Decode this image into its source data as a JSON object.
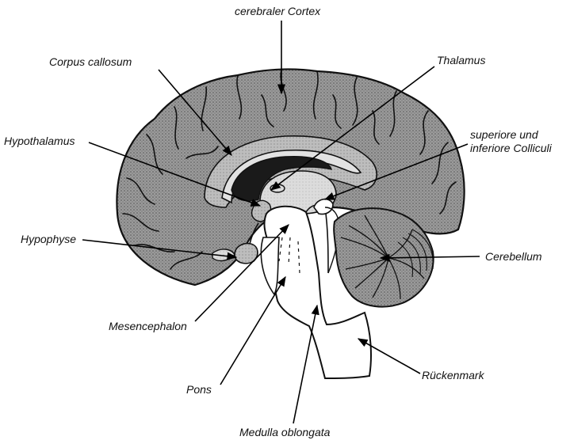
{
  "colors": {
    "background": "#ffffff",
    "outline": "#111111",
    "brain_fill": "#8f8f8f",
    "inner_fill": "#b5b5b5",
    "light_fill": "#d2d2d2",
    "ventricle": "#1a1a1a",
    "cerebellum": "#9a9a9a",
    "leader": "#000000"
  },
  "labels": {
    "cortex": "cerebraler Cortex",
    "corpus_callosum": "Corpus callosum",
    "thalamus": "Thalamus",
    "hypothalamus": "Hypothalamus",
    "colliculi_1": "superiore und",
    "colliculi_2": "inferiore Colliculi",
    "hypophyse": "Hypophyse",
    "cerebellum": "Cerebellum",
    "mesencephalon": "Mesencephalon",
    "rueckenmark": "Rückenmark",
    "pons": "Pons",
    "medulla": "Medulla oblongata"
  }
}
